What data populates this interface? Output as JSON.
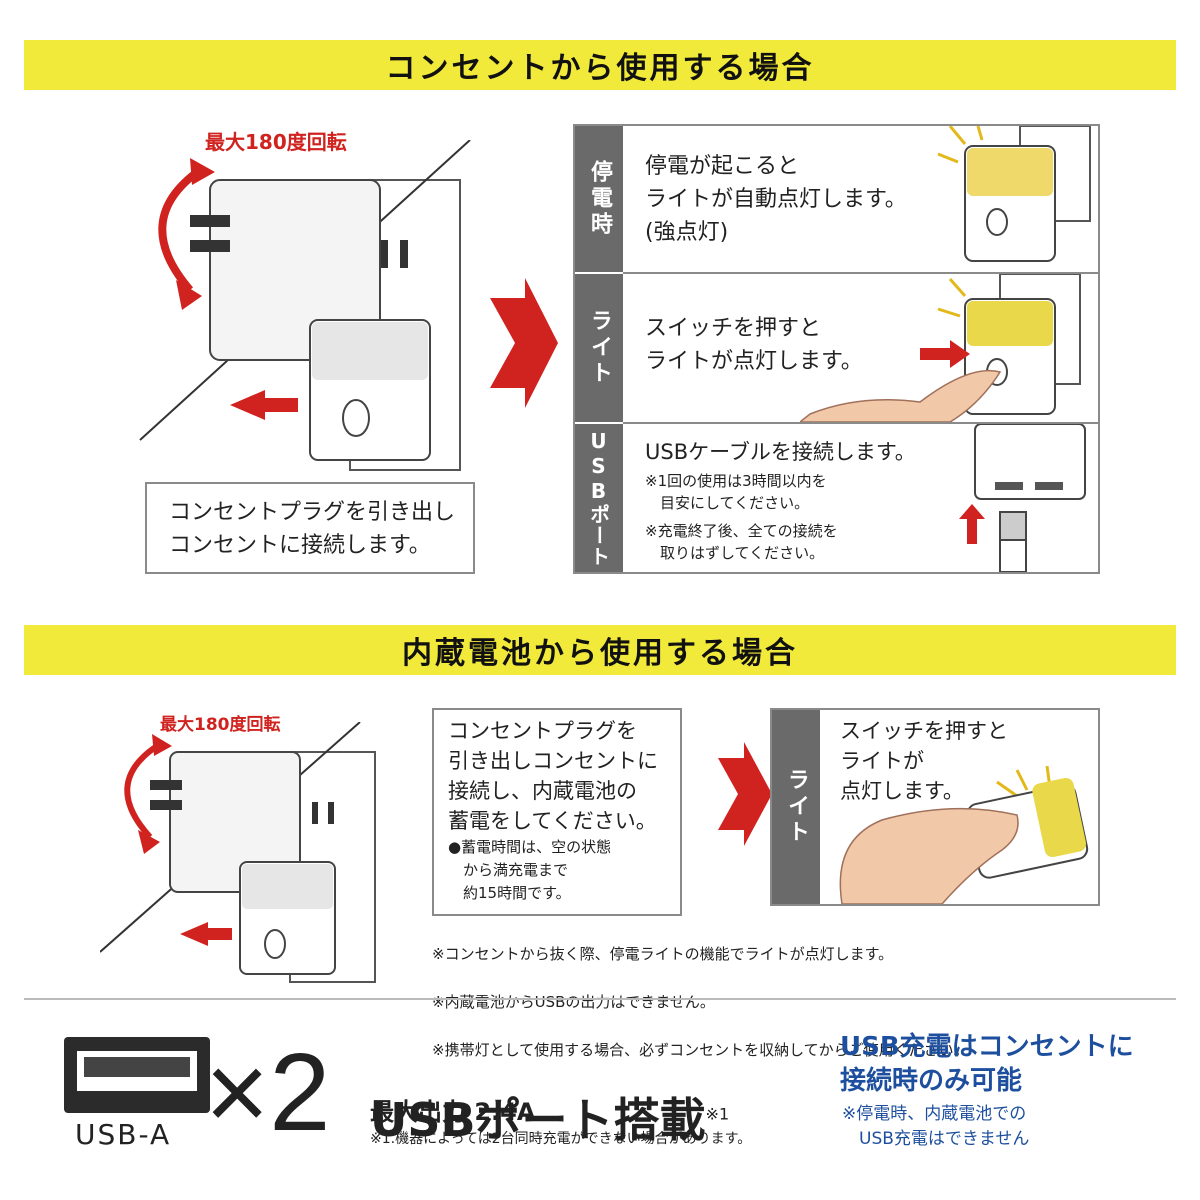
{
  "section1": {
    "title": "コンセントから使用する場合",
    "rotation_label": "最大180度回転",
    "instruction": "コンセントプラグを引き出し\nコンセントに接続します。",
    "rows": [
      {
        "tab": "停電時",
        "main": "停電が起こると\nライトが自動点灯します。\n(強点灯)"
      },
      {
        "tab": "ライト",
        "main": "スイッチを押すと\nライトが点灯します。"
      },
      {
        "tab": "USBポート",
        "main": "USBケーブルを接続します。",
        "note1": "※1回の使用は3時間以内を\n　目安にしてください。",
        "note2": "※充電終了後、全ての接続を\n　取りはずしてください。"
      }
    ]
  },
  "section2": {
    "title": "内蔵電池から使用する場合",
    "rotation_label": "最大180度回転",
    "instruction": "コンセントプラグを\n引き出しコンセントに\n接続し、内蔵電池の\n蓄電をしてください。",
    "instruction_note": "●蓄電時間は、空の状態\n　から満充電まで\n　約15時間です。",
    "light_tab": "ライト",
    "light_text": "スイッチを押すと\nライトが\n点灯します。",
    "notes": [
      "※コンセントから抜く際、停電ライトの機能でライトが点灯します。",
      "※内蔵電池からUSBの出力はできません。",
      "※携帯灯として使用する場合、必ずコンセントを収納してからご使用ください。"
    ]
  },
  "footer": {
    "usb_label": "USB-A",
    "multiplier": "×2",
    "headline": "USBポート搭載",
    "headline_sup": "※1",
    "output": "最大出力 2.4A",
    "footnote": "※1.機器によっては2台同時充電ができない場合があります。",
    "blue_title": "USB充電はコンセントに\n接続時のみ可能",
    "blue_note": "※停電時、内蔵電池での\n　USB充電はできません"
  },
  "colors": {
    "banner": "#f2ea3a",
    "red": "#d0231f",
    "blue": "#1d4f9e",
    "tab": "#6a6a6a",
    "light": "#efd96a"
  }
}
